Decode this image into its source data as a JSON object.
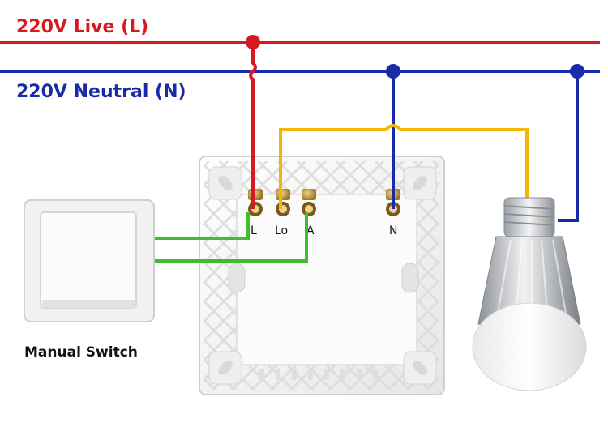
{
  "lines": {
    "live_label": "220V Live (L)",
    "neutral_label": "220V Neutral (N)"
  },
  "module": {
    "terminals": [
      "L",
      "Lo",
      "A",
      "N"
    ]
  },
  "manual_switch": {
    "caption": "Manual Switch"
  },
  "colors": {
    "live": "#d71920",
    "neutral": "#1b2aa8",
    "load": "#f2b705",
    "switch_wire": "#3bbf2a",
    "plate": "#f6f6f6",
    "terminal_brass": "#c9a24a"
  },
  "icons": {
    "bulb": "led-bulb-icon",
    "switch": "rocker-switch-icon"
  }
}
